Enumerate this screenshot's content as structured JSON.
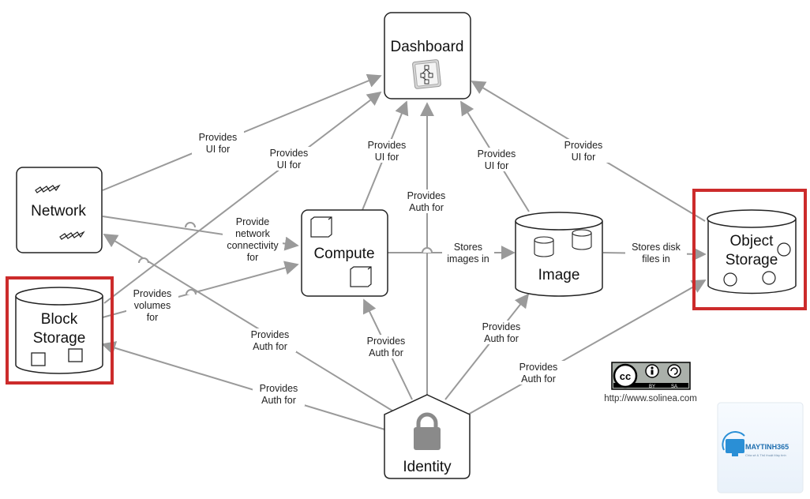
{
  "nodes": {
    "dashboard": "Dashboard",
    "network": "Network",
    "compute": "Compute",
    "image": "Image",
    "object_storage": [
      "Object",
      "Storage"
    ],
    "block_storage": [
      "Block",
      "Storage"
    ],
    "identity": "Identity"
  },
  "edges": {
    "network_dashboard": [
      "Provides",
      "UI for"
    ],
    "block_dashboard": [
      "Provides",
      "UI for"
    ],
    "compute_dashboard": [
      "Provides",
      "UI for"
    ],
    "identity_dashboard": [
      "Provides",
      "Auth for"
    ],
    "image_dashboard": [
      "Provides",
      "UI for"
    ],
    "object_dashboard": [
      "Provides",
      "UI for"
    ],
    "network_compute": [
      "Provide",
      "network",
      "connectivity",
      "for"
    ],
    "block_compute": [
      "Provides",
      "volumes",
      "for"
    ],
    "compute_image": [
      "Stores",
      "images in"
    ],
    "image_object": [
      "Stores disk",
      "files in"
    ],
    "identity_network": [
      "Provides",
      "Auth for"
    ],
    "identity_compute": [
      "Provides",
      "Auth for"
    ],
    "identity_image": [
      "Provides",
      "Auth for"
    ],
    "identity_block": [
      "Provides",
      "Auth for"
    ],
    "identity_object": [
      "Provides",
      "Auth for"
    ]
  },
  "license": {
    "badge_text": [
      "BY",
      "SA"
    ],
    "url": "http://www.solinea.com"
  },
  "watermark": {
    "brand": "MAYTINH365",
    "tagline": "Chia sẻ & Thủ thuật Máy tính"
  },
  "colors": {
    "highlight": "#cc2b2b",
    "edge": "#9a9a9a",
    "node_stroke": "#222222"
  }
}
